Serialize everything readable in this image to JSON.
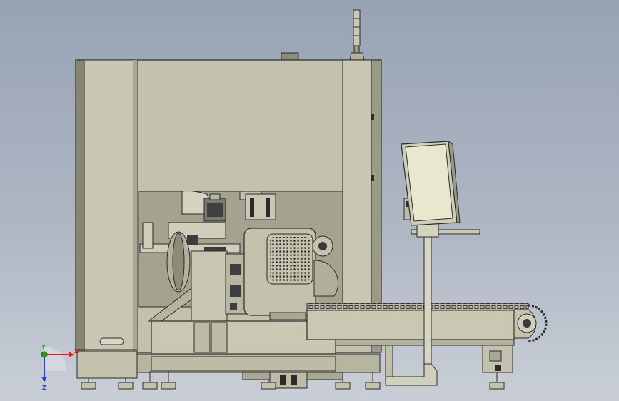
{
  "viewport": {
    "background_top": "#97a3b4",
    "background_bottom": "#c9ced6"
  },
  "palette": {
    "body": "#c3c2ad",
    "body_light": "#cfceba",
    "body_dark": "#a9a894",
    "shadow": "#86856f",
    "outline": "#2b2b2b",
    "dark_part": "#454545",
    "screen": "#e9e8cf"
  },
  "triad": {
    "x_label": "X",
    "y_label": "Y",
    "z_label": "Z",
    "x_color": "#e01e1e",
    "y_color": "#1fa31f",
    "z_color": "#2a3fd6"
  },
  "icons": [
    "coordinate-triad-icon"
  ]
}
